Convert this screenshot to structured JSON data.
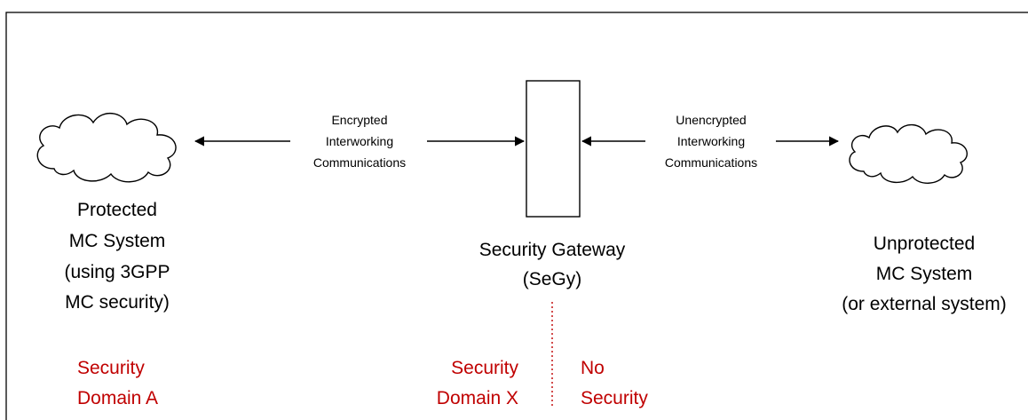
{
  "colors": {
    "line": "#000000",
    "domain_text": "#c00000",
    "divider": "#c00000",
    "background": "#ffffff"
  },
  "icons": {
    "left_cloud": "cloud-icon",
    "right_cloud": "cloud-icon",
    "gateway": "security-gateway-box"
  },
  "left_system": {
    "line1": "Protected",
    "line2": "MC System",
    "line3": "(using 3GPP",
    "line4": "MC security)"
  },
  "right_system": {
    "line1": "Unprotected",
    "line2": "MC System",
    "line3": "(or external system)"
  },
  "gateway": {
    "line1": "Security Gateway",
    "line2": "(SeGy)"
  },
  "left_link": {
    "line1": "Encrypted",
    "line2": "Interworking",
    "line3": "Communications"
  },
  "right_link": {
    "line1": "Unencrypted",
    "line2": "Interworking",
    "line3": "Communications"
  },
  "domains": {
    "a": {
      "line1": "Security",
      "line2": "Domain A"
    },
    "x": {
      "line1": "Security",
      "line2": "Domain X"
    },
    "none": {
      "line1": "No",
      "line2": "Security"
    }
  }
}
